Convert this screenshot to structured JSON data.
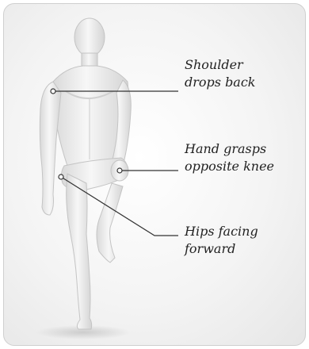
{
  "diagram": {
    "callouts": [
      {
        "id": "shoulder",
        "lines": [
          "Shoulder",
          "drops back"
        ]
      },
      {
        "id": "hand",
        "lines": [
          "Hand grasps",
          "opposite knee"
        ]
      },
      {
        "id": "hips",
        "lines": [
          "Hips facing",
          "forward"
        ]
      }
    ],
    "colors": {
      "leader_line": "#333333",
      "figure_fill": "#f3f3f3",
      "figure_shade": "#d6d6d6",
      "label_text": "#222222"
    }
  }
}
